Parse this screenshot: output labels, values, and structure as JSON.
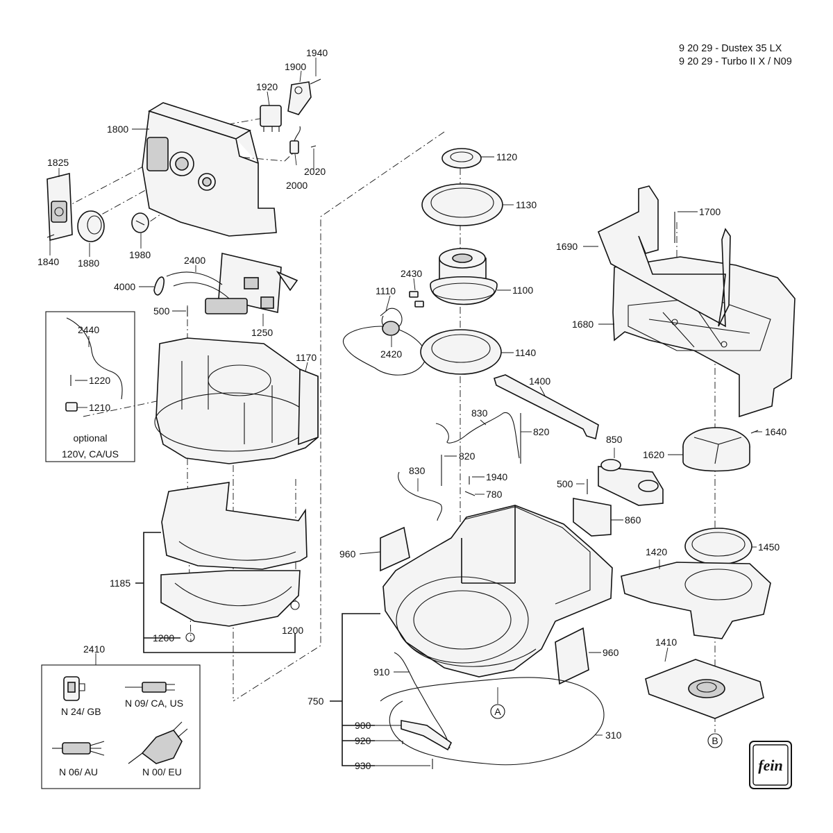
{
  "title": {
    "line1": "9 20 29 - Dustex 35 LX",
    "line2": "9 20 29 - Turbo II X / N09"
  },
  "callouts": {
    "p1940a": "1940",
    "p1900": "1900",
    "p1920": "1920",
    "p1800": "1800",
    "p2020": "2020",
    "p2000": "2000",
    "p1825": "1825",
    "p1840": "1840",
    "p1880": "1880",
    "p1980": "1980",
    "p2400": "2400",
    "p4000": "4000",
    "p500a": "500",
    "p1250": "1250",
    "p2440": "2440",
    "p1220": "1220",
    "p1210": "1210",
    "p1170": "1170",
    "p1185": "1185",
    "p1200a": "1200",
    "p1200b": "1200",
    "p2410": "2410",
    "p1120": "1120",
    "p1130": "1130",
    "p2430": "2430",
    "p1110": "1110",
    "p1100": "1100",
    "p2420": "2420",
    "p1140": "1140",
    "p1400": "1400",
    "p830a": "830",
    "p820a": "820",
    "p820b": "820",
    "p830b": "830",
    "p1940b": "1940",
    "p780": "780",
    "p850": "850",
    "p500b": "500",
    "p860": "860",
    "p960a": "960",
    "p960b": "960",
    "p910": "910",
    "p750": "750",
    "p900": "900",
    "p920": "920",
    "p930": "930",
    "p310": "310",
    "p1700": "1700",
    "p1690": "1690",
    "p1680": "1680",
    "p1640": "1640",
    "p1620": "1620",
    "p1420": "1420",
    "p1450": "1450",
    "p1410": "1410"
  },
  "markers": {
    "a": "A",
    "b": "B"
  },
  "notes": {
    "optional_line1": "optional",
    "optional_line2": "120V, CA/US"
  },
  "plugs": {
    "gb": "N 24/ GB",
    "ca_us": "N 09/ CA, US",
    "au": "N 06/ AU",
    "eu": "N 00/ EU"
  },
  "brand": "fein"
}
